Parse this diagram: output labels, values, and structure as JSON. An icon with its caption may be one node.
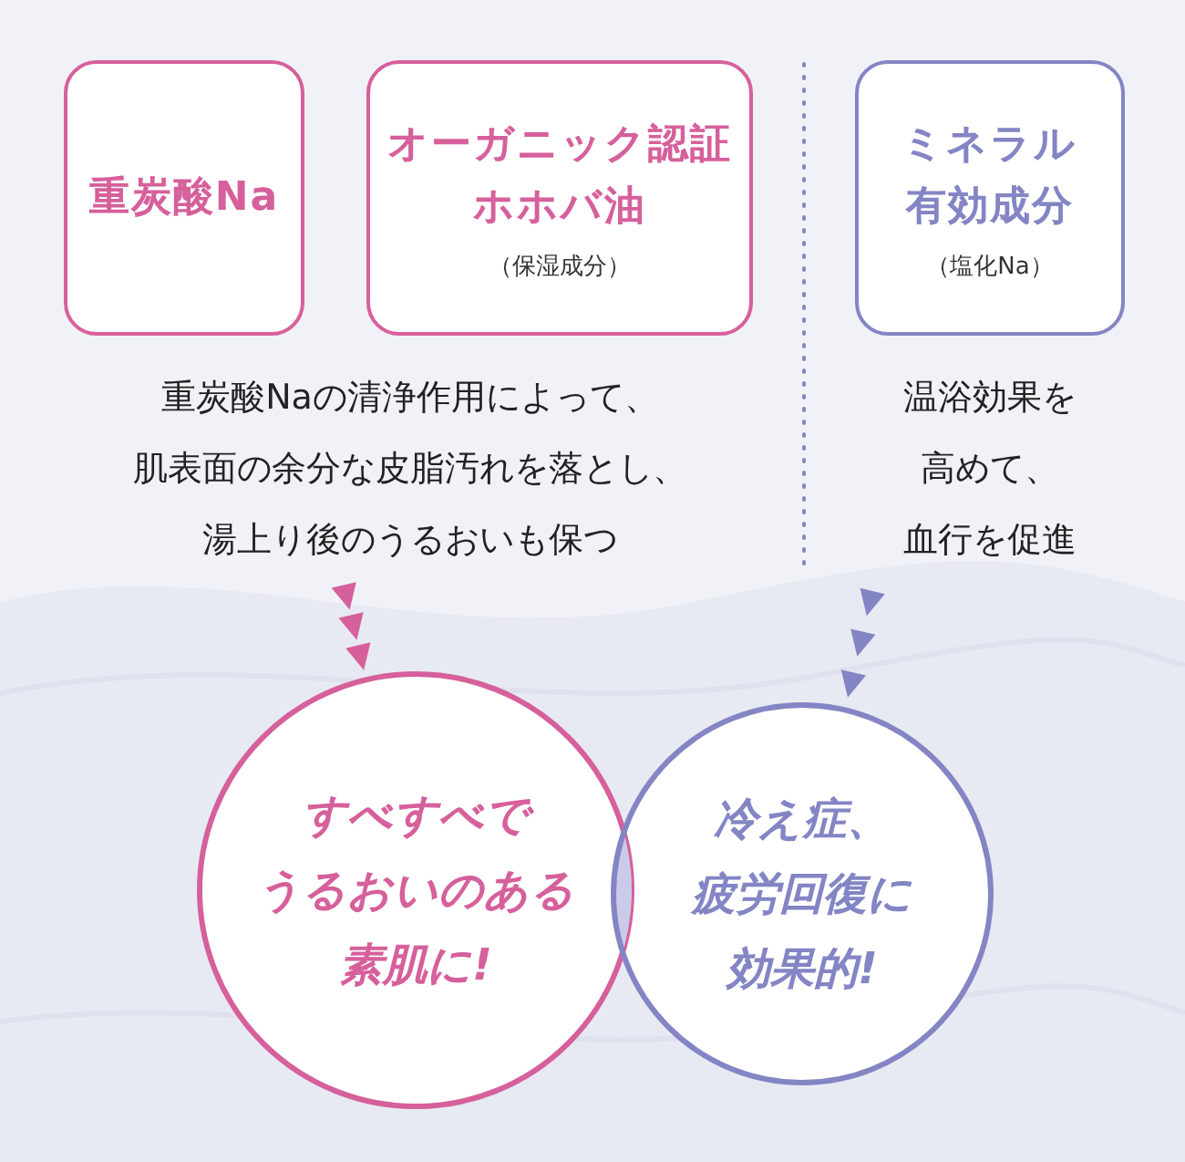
{
  "diagram": {
    "nodes": [
      {
        "text": [
          "重炭酸Na"
        ]
      },
      {
        "text": [
          "オーガニック認証ホホバ油",
          "（保湿成分）"
        ]
      },
      {
        "text": [
          "ミネラル有効成分",
          "（塩化Na）"
        ]
      },
      {
        "text": [
          "重炭酸Naの清浄作用によって、肌表面の余分な皮脂汚れを落とし、湯上り後のうるおいも保つ"
        ]
      },
      {
        "text": [
          "温浴効果を高めて、血行を促進"
        ]
      },
      {
        "text": [
          "すべすべでうるおいのある素肌に!"
        ]
      },
      {
        "text": [
          "冷え症、疲労回復に効果的!"
        ]
      }
    ],
    "edges": [
      {
        "from": 3,
        "to": 5,
        "arrow": "to",
        "color": "#d6609b"
      },
      {
        "from": 4,
        "to": 6,
        "arrow": "to",
        "color": "#8385c4"
      }
    ]
  }
}
